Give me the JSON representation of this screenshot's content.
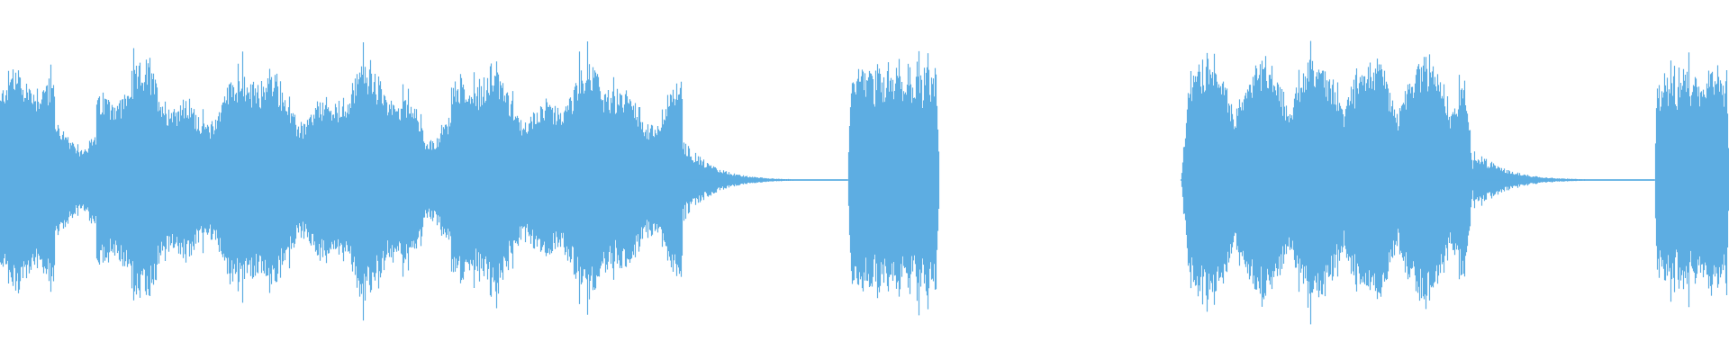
{
  "waveform": {
    "color": "#5dade2",
    "background": "#ffffff",
    "segments": [
      {
        "id": "segment-1",
        "start": 0.0,
        "end": 0.395,
        "amplitude": 0.62,
        "shape": "loud-varying"
      },
      {
        "id": "segment-1-tail",
        "start": 0.395,
        "end": 0.49,
        "amplitude": 0.02,
        "shape": "decay"
      },
      {
        "id": "segment-2",
        "start": 0.49,
        "end": 0.543,
        "amplitude": 0.66,
        "shape": "dense-burst"
      },
      {
        "id": "segment-3",
        "start": 0.683,
        "end": 0.852,
        "amplitude": 0.64,
        "shape": "pulsed"
      },
      {
        "id": "segment-3-tail",
        "start": 0.852,
        "end": 0.957,
        "amplitude": 0.015,
        "shape": "decay"
      },
      {
        "id": "segment-4",
        "start": 0.957,
        "end": 1.0,
        "amplitude": 0.62,
        "shape": "dense-burst"
      }
    ]
  }
}
